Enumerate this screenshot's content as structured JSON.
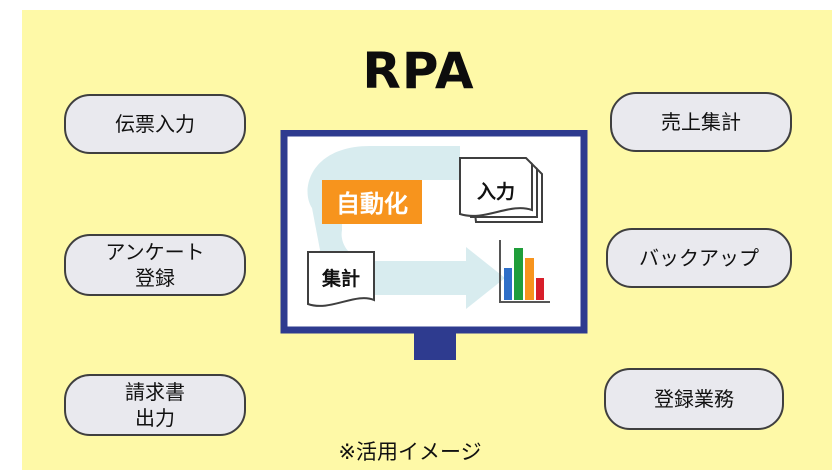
{
  "title": "RPA",
  "caption": "※活用イメージ",
  "left_tasks": [
    {
      "lines": [
        "伝票入力"
      ]
    },
    {
      "lines": [
        "アンケート",
        "登録"
      ]
    },
    {
      "lines": [
        "請求書",
        "出力"
      ]
    }
  ],
  "right_tasks": [
    {
      "lines": [
        "売上集計"
      ]
    },
    {
      "lines": [
        "バックアップ"
      ]
    },
    {
      "lines": [
        "登録業務"
      ]
    }
  ],
  "screen": {
    "automation_label": "自動化",
    "input_doc_label": "入力",
    "summary_doc_label": "集計"
  },
  "colors": {
    "background": "#fef9a7",
    "monitor": "#2e3b8f",
    "pill_fill": "#e9e9ee",
    "automation_badge": "#f7941d",
    "arrow": "#d8ecef"
  },
  "icons": [
    "bar-chart-icon",
    "document-stack-icon",
    "document-icon"
  ]
}
